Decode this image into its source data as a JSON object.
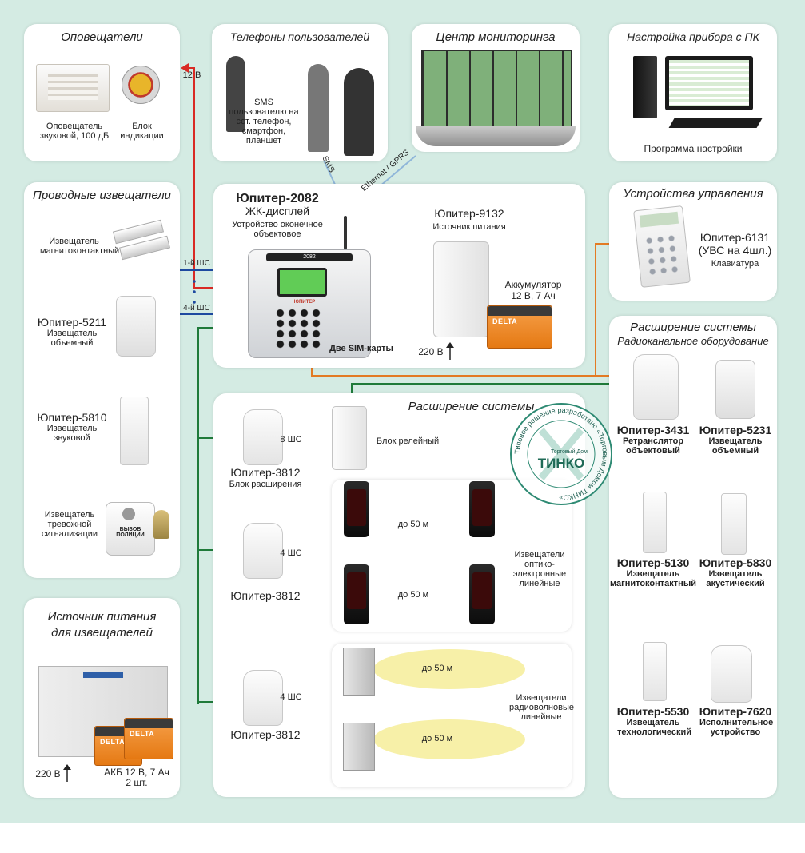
{
  "colors": {
    "background": "#d4ebe3",
    "wire_red": "#d92a24",
    "wire_blue": "#1e4aa0",
    "wire_green": "#1f7a3a",
    "wire_orange": "#e37b24",
    "link_arrow": "#8fb6d9"
  },
  "panels": {
    "alerters": {
      "title": "Оповещатели",
      "siren": "Оповещатель звуковой, 100 дБ",
      "indicator": "Блок индикации",
      "voltage": "12 В"
    },
    "phones": {
      "title": "Телефоны пользователей",
      "sms_text": "SMS пользователю на сот. телефон, смартфон, планшет"
    },
    "monitoring": {
      "title": "Центр мониторинга"
    },
    "pc_setup": {
      "title": "Настройка прибора с ПК",
      "caption": "Программа настройки"
    },
    "wired_sensors": {
      "title": "Проводные извещатели",
      "items": [
        {
          "name": "Извещатель магнитоконтактный"
        },
        {
          "name": "Юпитер-5211",
          "desc": "Извещатель объемный"
        },
        {
          "name": "Юпитер-5810",
          "desc": "Извещатель звуковой"
        },
        {
          "name": "Извещатель тревожной сигнализации",
          "device_text": "ВЫЗОВ ПОЛИЦИИ"
        }
      ]
    },
    "power_sensors": {
      "title": "Источник питания для извещателей",
      "voltage": "220 В",
      "battery": "АКБ 12 В, 7 Ач 2 шт.",
      "battery_brand": "DELTA"
    },
    "main": {
      "title": "Юпитер-2082",
      "subtitle": "ЖК-дисплей",
      "desc": "Устройство оконечное объектовое",
      "sim": "Две SIM-карты",
      "panel_brand": "ЮПИТЕР",
      "panel_model": "2082",
      "psu_title": "Юпитер-9132",
      "psu_desc": "Источник питания",
      "battery_title": "Аккумулятор",
      "battery_spec": "12 В, 7 Ач",
      "battery_brand": "DELTA",
      "voltage": "220 В",
      "zone_first": "1-й ШС",
      "zone_last": "4-й ШС",
      "link_sms": "SMS",
      "link_eth": "Ethernet / GPRS"
    },
    "control": {
      "title": "Устройства управления",
      "device": "Юпитер-6131",
      "device_sub": "(УВС на 4шл.)",
      "desc": "Клавиатура"
    },
    "expansion": {
      "title": "Расширение системы",
      "relay": "Блок релейный",
      "relay_zones": "8 ШС",
      "units": [
        {
          "name": "Юпитер-3812",
          "desc": "Блок расширения"
        },
        {
          "name": "Юпитер-3812"
        },
        {
          "name": "Юпитер-3812"
        }
      ],
      "zones4": "4 ШС",
      "optical_label": "Извещатели оптико-электронные линейные",
      "range": "до 50 м",
      "radio_label": "Извещатели радиоволновые линейные"
    },
    "radio": {
      "title": "Расширение системы",
      "subtitle": "Радиоканальное оборудование",
      "items": [
        {
          "name": "Юпитер-3431",
          "desc": "Ретранслятор объектовый"
        },
        {
          "name": "Юпитер-5231",
          "desc": "Извещатель объемный"
        },
        {
          "name": "Юпитер-5130",
          "desc": "Извещатель магнитоконтактный"
        },
        {
          "name": "Юпитер-5830",
          "desc": "Извещатель акустический"
        },
        {
          "name": "Юпитер-5530",
          "desc": "Извещатель технологический"
        },
        {
          "name": "Юпитер-7620",
          "desc": "Исполнительное устройство"
        }
      ]
    }
  },
  "stamp": {
    "ring_text": "Типовое решение разработано «Торговым Домом ТИНКО»",
    "small": "Торговый Дом",
    "brand": "ТИНКО"
  }
}
